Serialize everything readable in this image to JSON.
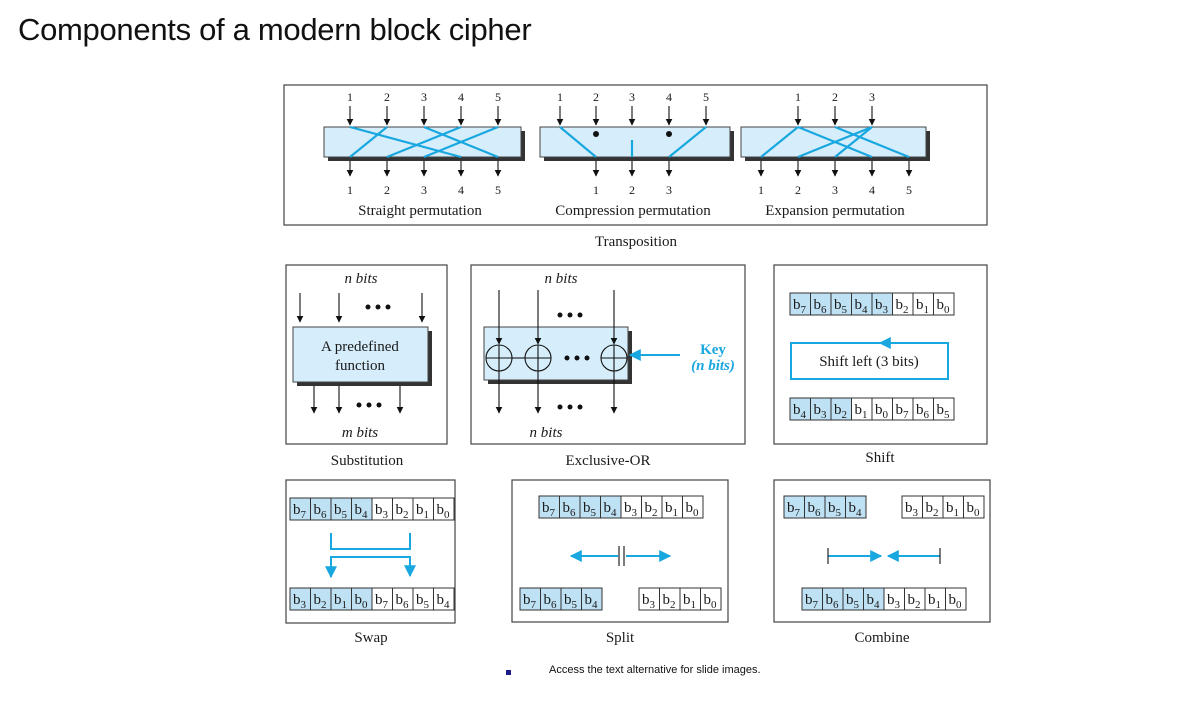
{
  "title": "Components of a modern block cipher",
  "footer": {
    "link_text": "Access the text alternative for slide images."
  },
  "colors": {
    "accent": "#19a7e0",
    "cell_fill": "#bfe1f4",
    "box_fill": "#d6eefb"
  },
  "transposition": {
    "caption": "Transposition",
    "straight": {
      "label": "Straight permutation",
      "inputs": [
        "1",
        "2",
        "3",
        "4",
        "5"
      ],
      "outputs": [
        "1",
        "2",
        "3",
        "4",
        "5"
      ]
    },
    "compression": {
      "label": "Compression permutation",
      "inputs": [
        "1",
        "2",
        "3",
        "4",
        "5"
      ],
      "outputs": [
        "1",
        "2",
        "3"
      ]
    },
    "expansion": {
      "label": "Expansion permutation",
      "inputs": [
        "1",
        "2",
        "3"
      ],
      "outputs": [
        "1",
        "2",
        "3",
        "4",
        "5"
      ]
    }
  },
  "substitution": {
    "caption": "Substitution",
    "top_label": "n bits",
    "box_line1": "A predefined",
    "box_line2": "function",
    "bottom_label": "m bits"
  },
  "xor": {
    "caption": "Exclusive-OR",
    "top_label": "n bits",
    "bottom_label": "n bits",
    "key_line1": "Key",
    "key_line2": "(n bits)"
  },
  "shift": {
    "caption": "Shift",
    "input_bits": [
      "7",
      "6",
      "5",
      "4",
      "3",
      "2",
      "1",
      "0"
    ],
    "operation": "Shift left (3 bits)",
    "output_bits": [
      "4",
      "3",
      "2",
      "1",
      "0",
      "7",
      "6",
      "5"
    ]
  },
  "swap": {
    "caption": "Swap",
    "input_bits": [
      "7",
      "6",
      "5",
      "4",
      "3",
      "2",
      "1",
      "0"
    ],
    "output_bits": [
      "3",
      "2",
      "1",
      "0",
      "7",
      "6",
      "5",
      "4"
    ]
  },
  "split": {
    "caption": "Split",
    "input_bits": [
      "7",
      "6",
      "5",
      "4",
      "3",
      "2",
      "1",
      "0"
    ],
    "left_bits": [
      "7",
      "6",
      "5",
      "4"
    ],
    "right_bits": [
      "3",
      "2",
      "1",
      "0"
    ]
  },
  "combine": {
    "caption": "Combine",
    "left_bits": [
      "7",
      "6",
      "5",
      "4"
    ],
    "right_bits": [
      "3",
      "2",
      "1",
      "0"
    ],
    "output_bits": [
      "7",
      "6",
      "5",
      "4",
      "3",
      "2",
      "1",
      "0"
    ]
  }
}
